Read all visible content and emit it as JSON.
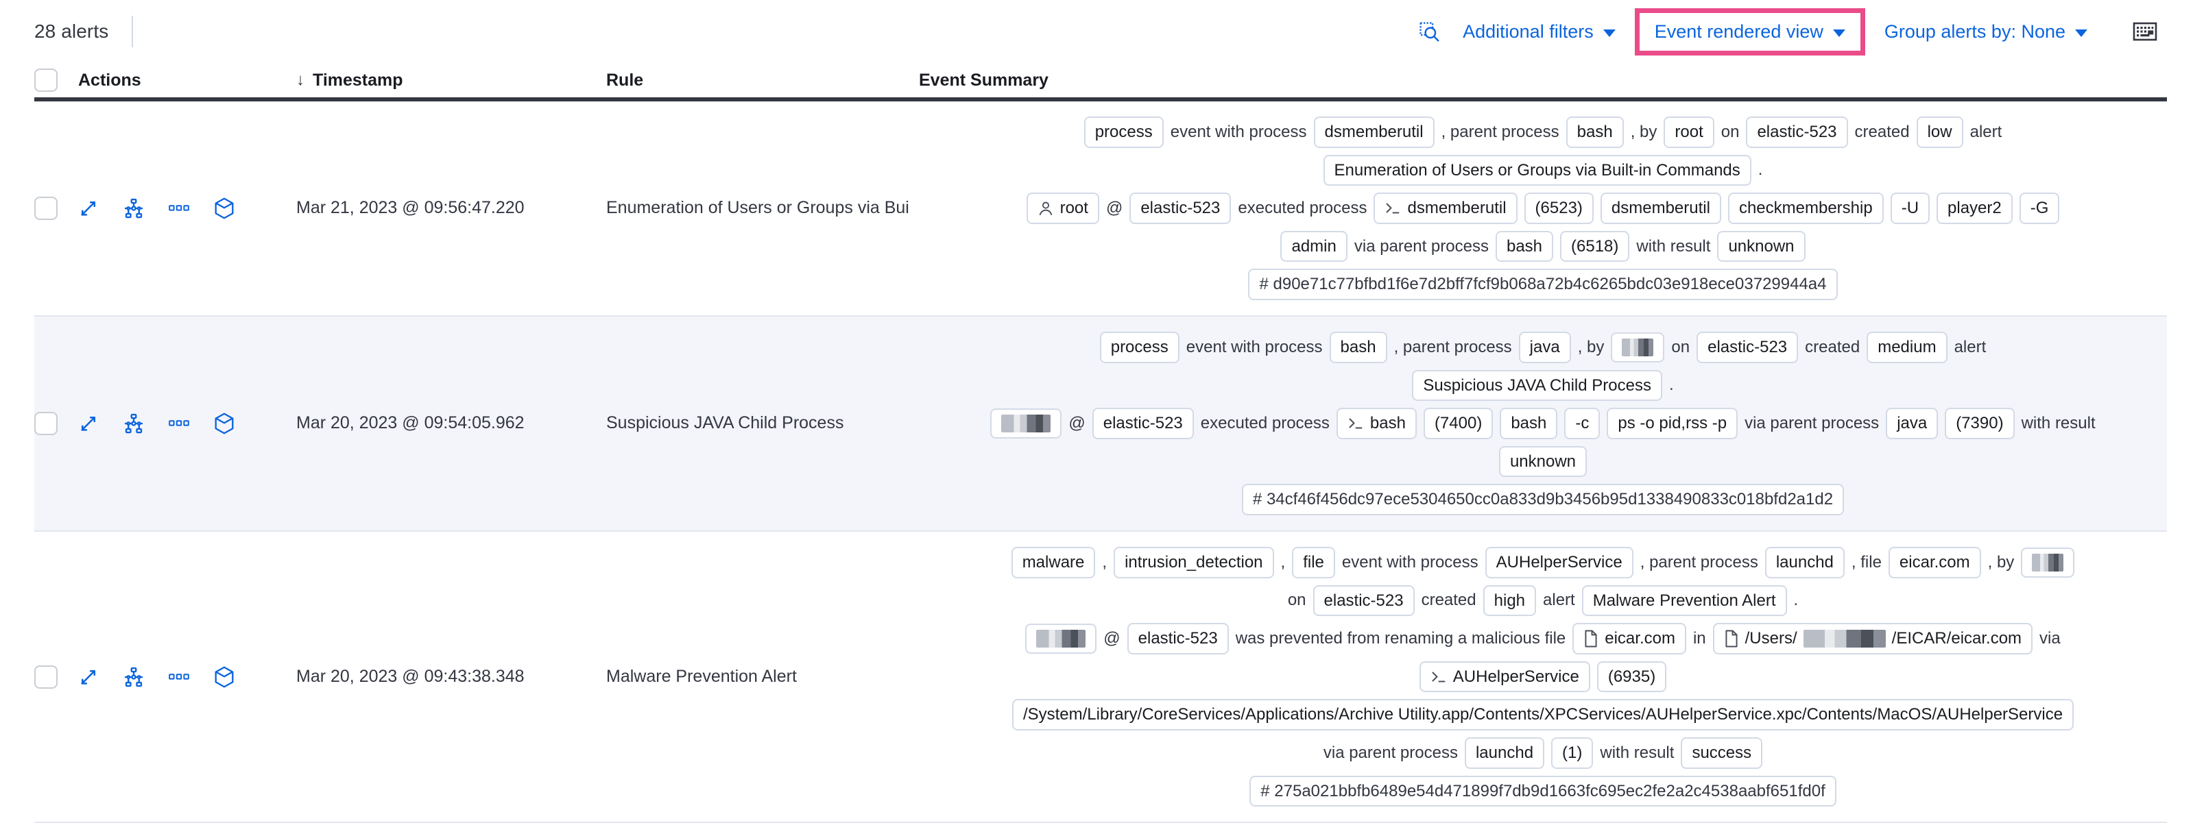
{
  "toolbar": {
    "alert_count": "28 alerts",
    "additional_filters": "Additional filters",
    "event_rendered_view": "Event rendered view",
    "group_alerts_by": "Group alerts by: None",
    "search_icon": "inspect-search-icon",
    "keyboard_icon": "keyboard-icon",
    "highlight_color": "#ea4c89",
    "link_color": "#0b64dd"
  },
  "table": {
    "columns": {
      "select_all": "select-all-checkbox",
      "actions": "Actions",
      "timestamp": "Timestamp",
      "timestamp_sort": "↓",
      "rule": "Rule",
      "event_summary": "Event Summary"
    },
    "row_actions": [
      "expand-icon",
      "analyze-event-icon",
      "more-actions-icon",
      "session-view-icon"
    ],
    "rows": [
      {
        "id": "row-1",
        "timestamp": "Mar 21, 2023 @ 09:56:47.220",
        "rule": "Enumeration of Users or Groups via Bui",
        "zebra": false,
        "summary_lines": [
          [
            {
              "t": "chip",
              "v": "process"
            },
            {
              "t": "word",
              "v": "event with process"
            },
            {
              "t": "chip",
              "v": "dsmemberutil"
            },
            {
              "t": "word",
              "v": ", parent process"
            },
            {
              "t": "chip",
              "v": "bash"
            },
            {
              "t": "word",
              "v": ", by"
            },
            {
              "t": "chip",
              "v": "root"
            },
            {
              "t": "word",
              "v": "on"
            },
            {
              "t": "chip",
              "v": "elastic-523"
            },
            {
              "t": "word",
              "v": "created"
            },
            {
              "t": "chip",
              "v": "low"
            },
            {
              "t": "word",
              "v": "alert"
            }
          ],
          [
            {
              "t": "chip",
              "v": "Enumeration of Users or Groups via Built-in Commands"
            },
            {
              "t": "word",
              "v": "."
            }
          ],
          [
            {
              "t": "chip",
              "v": "root",
              "icon": "user-icon"
            },
            {
              "t": "word",
              "v": "@"
            },
            {
              "t": "chip",
              "v": "elastic-523"
            },
            {
              "t": "word",
              "v": "executed process"
            },
            {
              "t": "chip",
              "v": "dsmemberutil",
              "icon": "console-icon"
            },
            {
              "t": "chip",
              "v": "(6523)"
            },
            {
              "t": "chip",
              "v": "dsmemberutil"
            },
            {
              "t": "chip",
              "v": "checkmembership"
            },
            {
              "t": "chip",
              "v": "-U"
            },
            {
              "t": "chip",
              "v": "player2"
            },
            {
              "t": "chip",
              "v": "-G"
            }
          ],
          [
            {
              "t": "chip",
              "v": "admin"
            },
            {
              "t": "word",
              "v": "via parent process"
            },
            {
              "t": "chip",
              "v": "bash"
            },
            {
              "t": "chip",
              "v": "(6518)"
            },
            {
              "t": "word",
              "v": "with result"
            },
            {
              "t": "chip",
              "v": "unknown"
            }
          ],
          [
            {
              "t": "chip",
              "v": "# d90e71c77bfbd1f6e7d2bff7fcf9b068a72b4c6265bdc03e918ece03729944a4"
            }
          ]
        ]
      },
      {
        "id": "row-2",
        "timestamp": "Mar 20, 2023 @ 09:54:05.962",
        "rule": "Suspicious JAVA Child Process",
        "zebra": true,
        "summary_lines": [
          [
            {
              "t": "chip",
              "v": "process"
            },
            {
              "t": "word",
              "v": "event with process"
            },
            {
              "t": "chip",
              "v": "bash"
            },
            {
              "t": "word",
              "v": ", parent process"
            },
            {
              "t": "chip",
              "v": "java"
            },
            {
              "t": "word",
              "v": ", by"
            },
            {
              "t": "chip",
              "v": "",
              "redacted": 1
            },
            {
              "t": "word",
              "v": "on"
            },
            {
              "t": "chip",
              "v": "elastic-523"
            },
            {
              "t": "word",
              "v": "created"
            },
            {
              "t": "chip",
              "v": "medium"
            },
            {
              "t": "word",
              "v": "alert"
            }
          ],
          [
            {
              "t": "chip",
              "v": "Suspicious JAVA Child Process"
            },
            {
              "t": "word",
              "v": "."
            }
          ],
          [
            {
              "t": "chip",
              "v": "",
              "redacted": 2
            },
            {
              "t": "word",
              "v": "@"
            },
            {
              "t": "chip",
              "v": "elastic-523"
            },
            {
              "t": "word",
              "v": "executed process"
            },
            {
              "t": "chip",
              "v": "bash",
              "icon": "console-icon"
            },
            {
              "t": "chip",
              "v": "(7400)"
            },
            {
              "t": "chip",
              "v": "bash"
            },
            {
              "t": "chip",
              "v": "-c"
            },
            {
              "t": "chip",
              "v": "ps -o pid,rss -p"
            },
            {
              "t": "word",
              "v": "via parent process"
            },
            {
              "t": "chip",
              "v": "java"
            },
            {
              "t": "chip",
              "v": "(7390)"
            },
            {
              "t": "word",
              "v": "with result"
            }
          ],
          [
            {
              "t": "chip",
              "v": "unknown"
            }
          ],
          [
            {
              "t": "chip",
              "v": "# 34cf46f456dc97ece5304650cc0a833d9b3456b95d1338490833c018bfd2a1d2"
            }
          ]
        ]
      },
      {
        "id": "row-3",
        "timestamp": "Mar 20, 2023 @ 09:43:38.348",
        "rule": "Malware Prevention Alert",
        "zebra": false,
        "summary_lines": [
          [
            {
              "t": "chip",
              "v": "malware"
            },
            {
              "t": "word",
              "v": ","
            },
            {
              "t": "chip",
              "v": "intrusion_detection"
            },
            {
              "t": "word",
              "v": ","
            },
            {
              "t": "chip",
              "v": "file"
            },
            {
              "t": "word",
              "v": "event with process"
            },
            {
              "t": "chip",
              "v": "AUHelperService"
            },
            {
              "t": "word",
              "v": ", parent process"
            },
            {
              "t": "chip",
              "v": "launchd"
            },
            {
              "t": "word",
              "v": ", file"
            },
            {
              "t": "chip",
              "v": "eicar.com"
            },
            {
              "t": "word",
              "v": ", by"
            },
            {
              "t": "chip",
              "v": "",
              "redacted": 1
            }
          ],
          [
            {
              "t": "word",
              "v": "on"
            },
            {
              "t": "chip",
              "v": "elastic-523"
            },
            {
              "t": "word",
              "v": "created"
            },
            {
              "t": "chip",
              "v": "high"
            },
            {
              "t": "word",
              "v": "alert"
            },
            {
              "t": "chip",
              "v": "Malware Prevention Alert"
            },
            {
              "t": "word",
              "v": "."
            }
          ],
          [
            {
              "t": "chip",
              "v": "",
              "redacted": 2
            },
            {
              "t": "word",
              "v": "@"
            },
            {
              "t": "chip",
              "v": "elastic-523"
            },
            {
              "t": "word",
              "v": "was prevented from renaming a malicious file"
            },
            {
              "t": "chip",
              "v": "eicar.com",
              "icon": "file-icon"
            },
            {
              "t": "word",
              "v": "in"
            },
            {
              "t": "chip",
              "v": "/Users/",
              "icon": "file-icon",
              "suffix": "/EICAR/eicar.com",
              "redacted": 3
            },
            {
              "t": "word",
              "v": "via"
            }
          ],
          [
            {
              "t": "chip",
              "v": "AUHelperService",
              "icon": "console-icon"
            },
            {
              "t": "chip",
              "v": "(6935)"
            }
          ],
          [
            {
              "t": "chip",
              "v": "/System/Library/CoreServices/Applications/Archive Utility.app/Contents/XPCServices/AUHelperService.xpc/Contents/MacOS/AUHelperService"
            }
          ],
          [
            {
              "t": "word",
              "v": "via parent process"
            },
            {
              "t": "chip",
              "v": "launchd"
            },
            {
              "t": "chip",
              "v": "(1)"
            },
            {
              "t": "word",
              "v": "with result"
            },
            {
              "t": "chip",
              "v": "success"
            }
          ],
          [
            {
              "t": "chip",
              "v": "# 275a021bbfb6489e54d471899f7db9d1663fc695ec2fe2a2c4538aabf651fd0f"
            }
          ]
        ]
      }
    ]
  }
}
